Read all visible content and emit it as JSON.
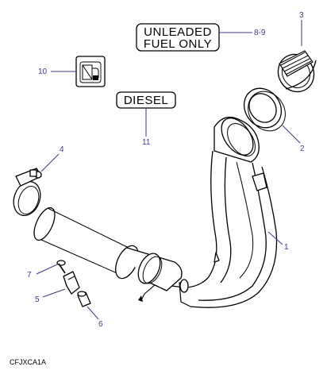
{
  "labels": {
    "unleaded_line1": "UNLEADED",
    "unleaded_line2": "FUEL ONLY",
    "diesel": "DIESEL"
  },
  "callouts": {
    "c1": "1",
    "c2": "2",
    "c3": "3",
    "c4": "4",
    "c5": "5",
    "c6": "6",
    "c7": "7",
    "c8_9": "8-9",
    "c10": "10",
    "c11": "11"
  },
  "diagram_code": "CFJXCA1A",
  "colors": {
    "callout_color": "#3b3b8a",
    "line_color": "#000000"
  }
}
